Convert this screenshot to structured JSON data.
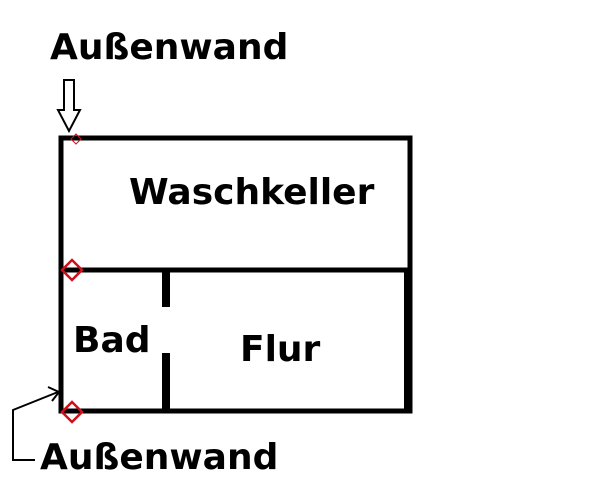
{
  "floor_plan": {
    "rooms": {
      "waschkeller": "Waschkeller",
      "bad": "Bad",
      "flur": "Flur"
    },
    "annotations": {
      "top": "Außenwand",
      "bottom": "Außenwand"
    }
  },
  "colors": {
    "wall": "#000000",
    "marker": "#d0101a",
    "background": "#ffffff"
  }
}
